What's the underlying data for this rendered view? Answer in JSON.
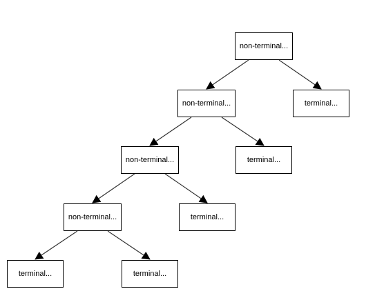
{
  "colors": {
    "background": "#ffffff",
    "border": "#000000",
    "text": "#000000",
    "edge": "#333333"
  },
  "tree": {
    "root": {
      "label": "non-terminal..."
    },
    "root_terminal": {
      "label": "terminal..."
    },
    "level2": {
      "label": "non-terminal..."
    },
    "level2_terminal": {
      "label": "terminal..."
    },
    "level3": {
      "label": "non-terminal..."
    },
    "level3_terminal": {
      "label": "terminal..."
    },
    "level4": {
      "label": "non-terminal..."
    },
    "level4_left_terminal": {
      "label": "terminal..."
    },
    "level4_right_terminal": {
      "label": "terminal..."
    }
  }
}
